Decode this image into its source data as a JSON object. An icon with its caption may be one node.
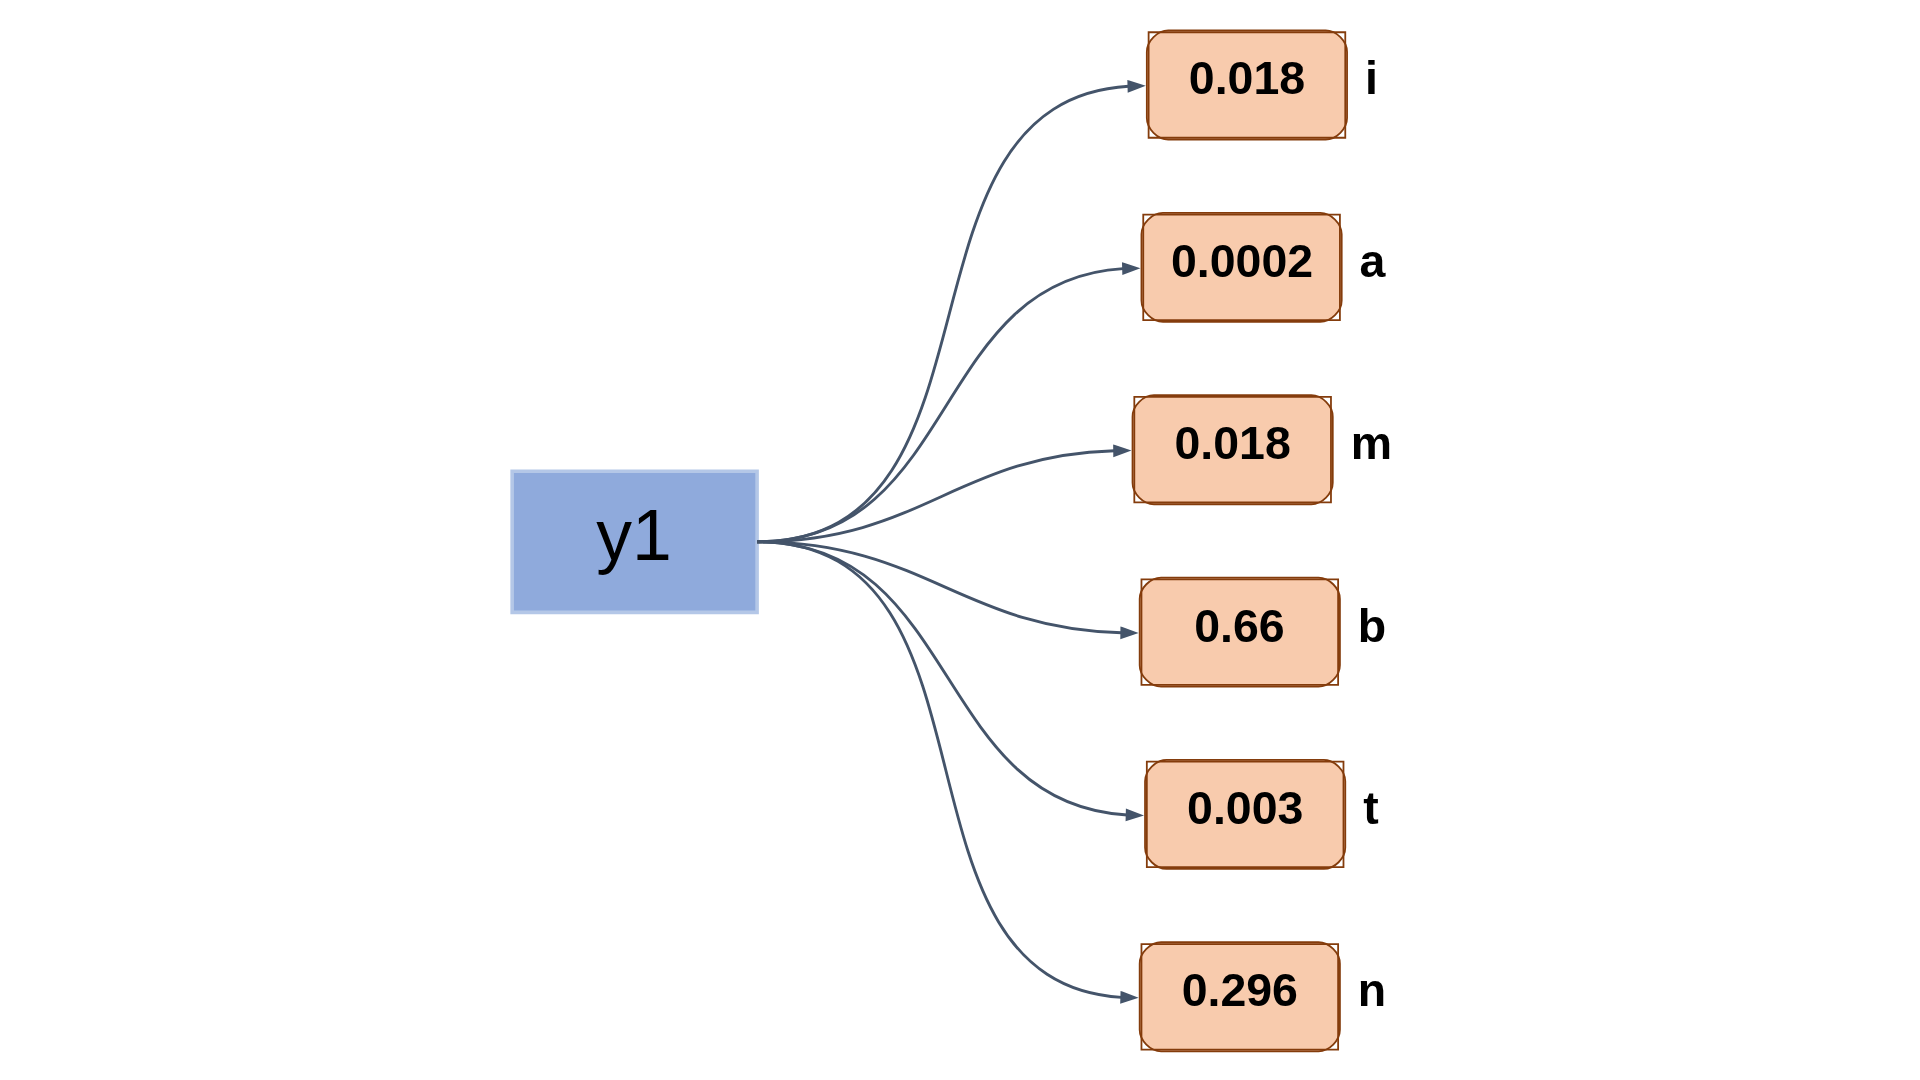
{
  "diagram": {
    "nodes": [
      {
        "text": [
          "y1"
        ]
      },
      {
        "text": [
          "0.018"
        ],
        "beside": [
          "i"
        ]
      },
      {
        "text": [
          "0.0002"
        ],
        "beside": [
          "a"
        ]
      },
      {
        "text": [
          "0.018"
        ],
        "beside": [
          "m"
        ]
      },
      {
        "text": [
          "0.66"
        ],
        "beside": [
          "b"
        ]
      },
      {
        "text": [
          "0.003"
        ],
        "beside": [
          "t"
        ]
      },
      {
        "text": [
          "0.296"
        ],
        "beside": [
          "n"
        ]
      }
    ],
    "edges": [
      {
        "from": 0,
        "to": 1,
        "arrow": "to"
      },
      {
        "from": 0,
        "to": 2,
        "arrow": "to"
      },
      {
        "from": 0,
        "to": 3,
        "arrow": "to"
      },
      {
        "from": 0,
        "to": 4,
        "arrow": "to"
      },
      {
        "from": 0,
        "to": 5,
        "arrow": "to"
      },
      {
        "from": 0,
        "to": 6,
        "arrow": "to"
      }
    ]
  }
}
